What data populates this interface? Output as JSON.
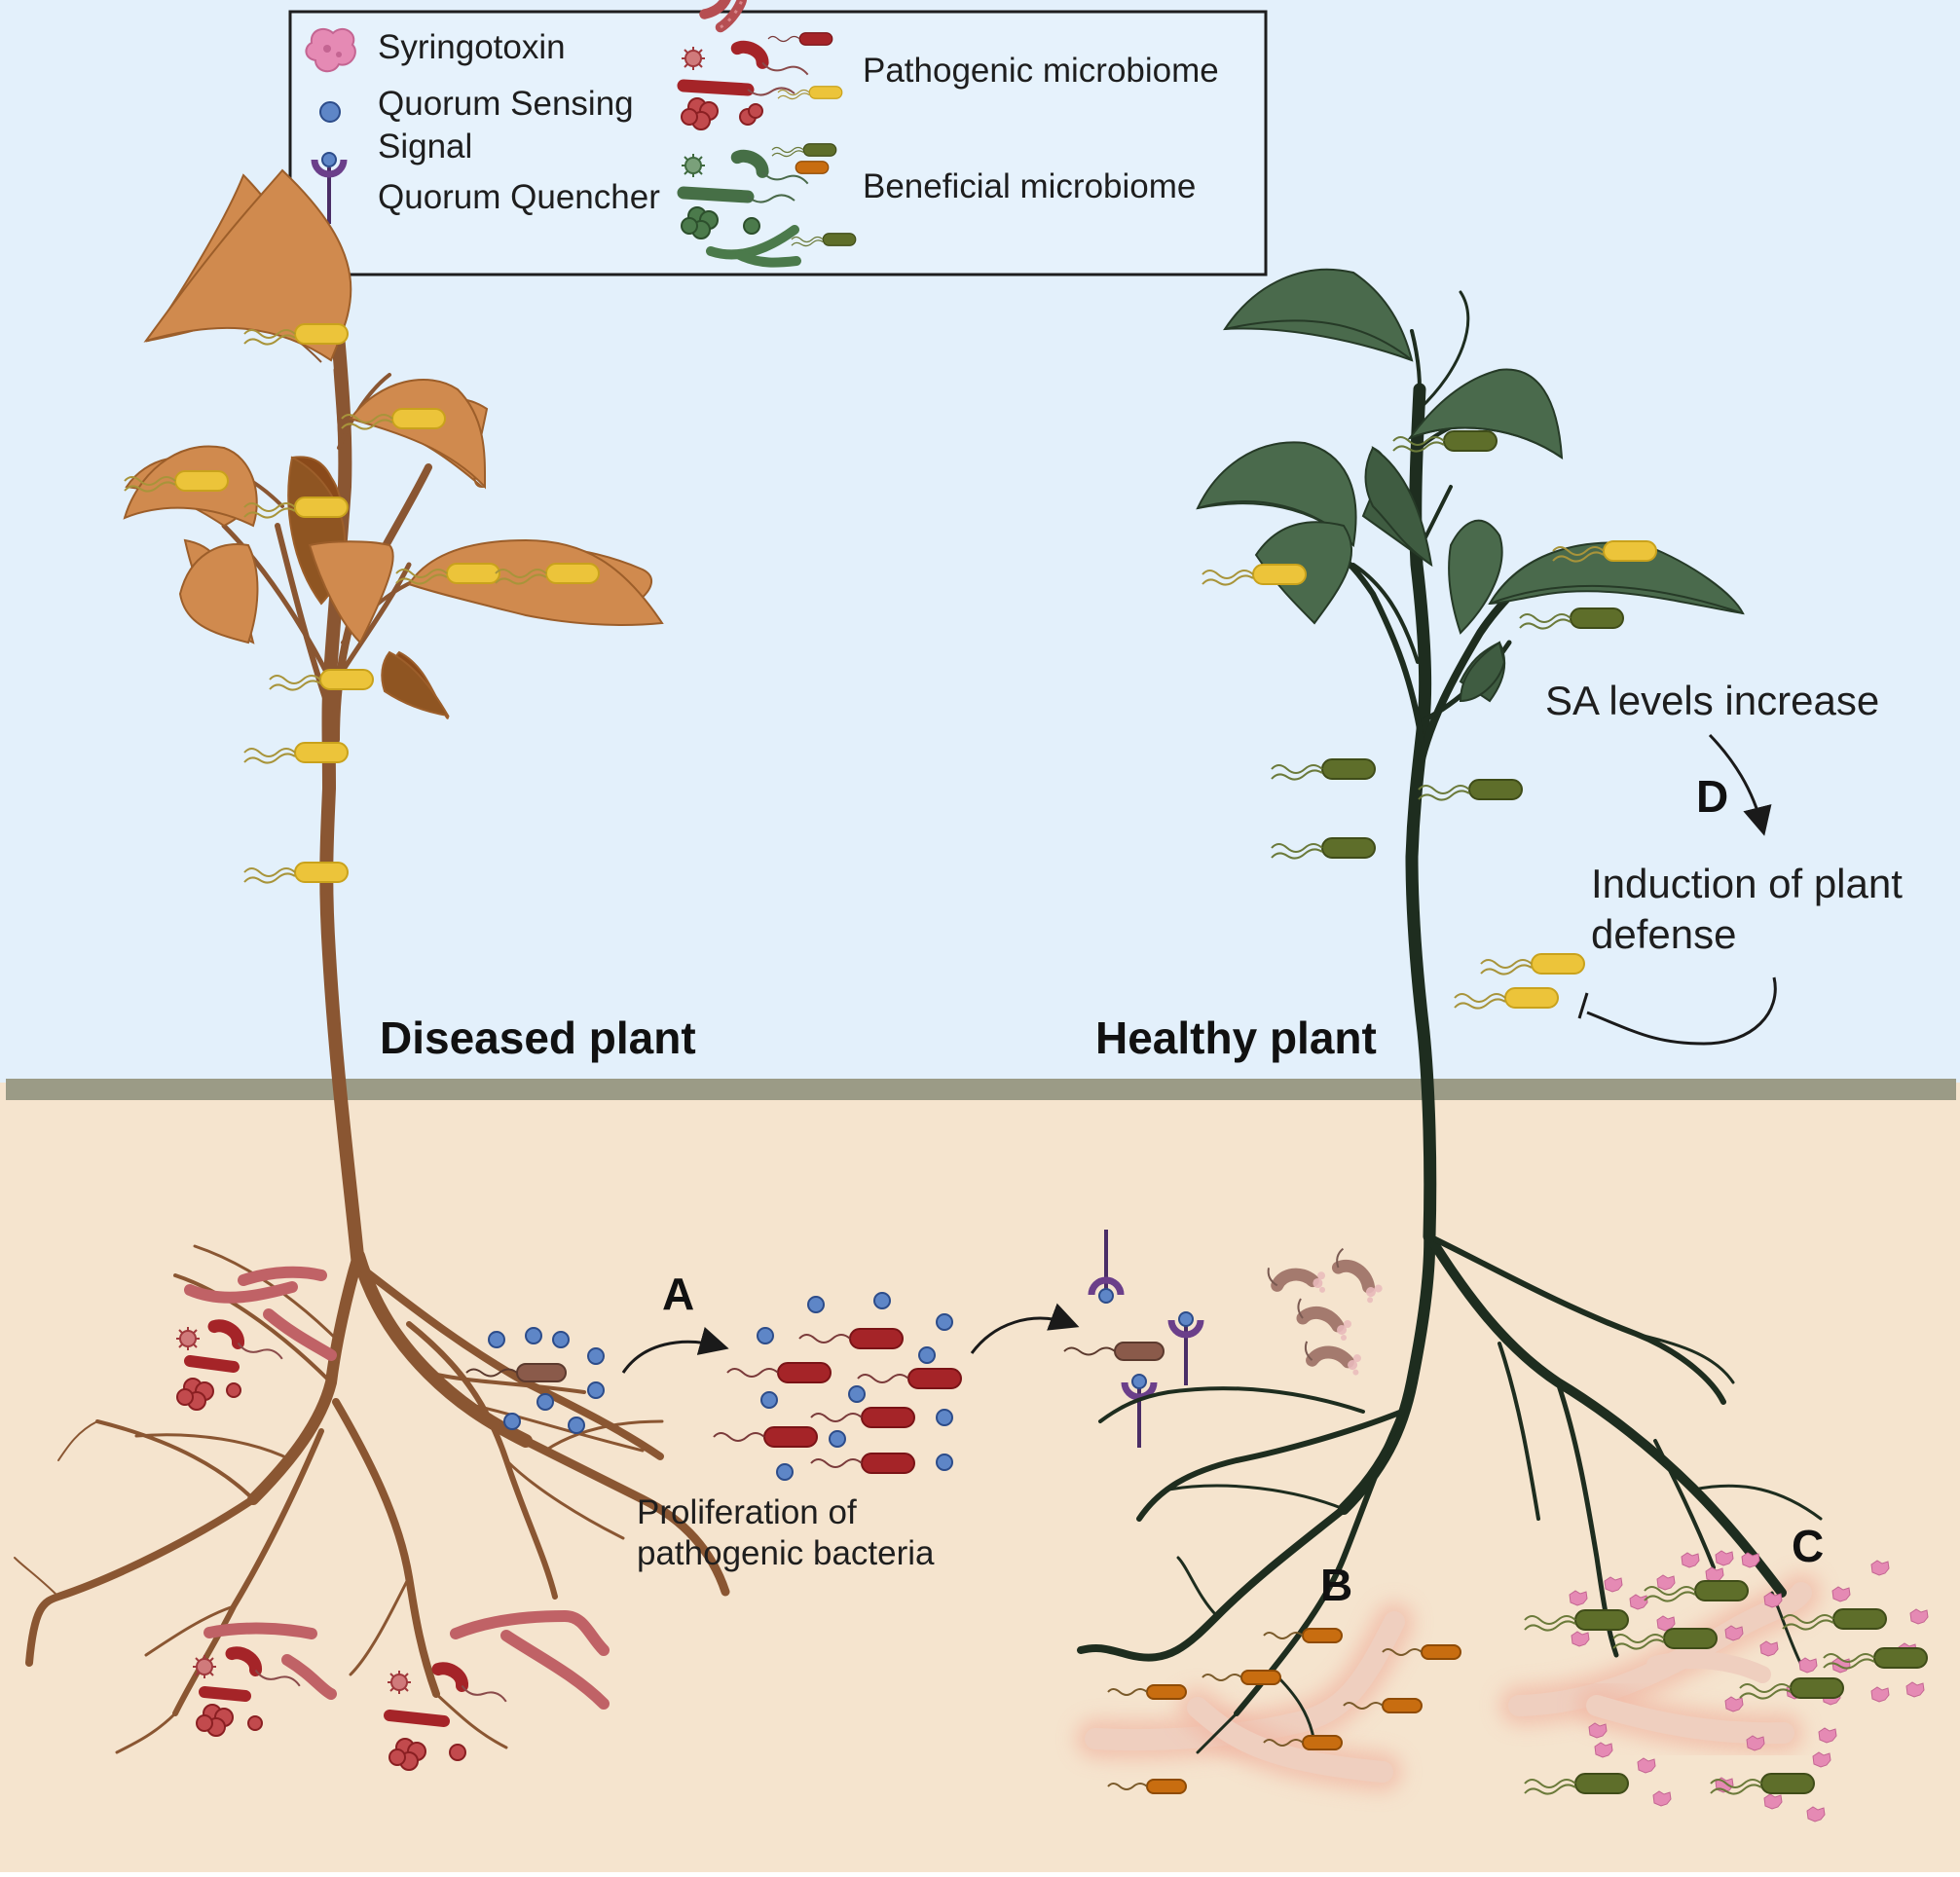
{
  "legend": {
    "syringotoxin": "Syringotoxin",
    "qs_line1": "Quorum Sensing",
    "qs_line2": "Signal",
    "quencher": "Quorum Quencher",
    "pathogenic": "Pathogenic microbiome",
    "beneficial": "Beneficial microbiome"
  },
  "plants": {
    "diseased": "Diseased plant",
    "healthy": "Healthy plant"
  },
  "annotations": {
    "a_letter": "A",
    "prolif_line1": "Proliferation of",
    "prolif_line2": "pathogenic bacteria",
    "b_letter": "B",
    "c_letter": "C",
    "d_letter": "D",
    "sa_increase": "SA levels increase",
    "induction_line1": "Induction of plant",
    "induction_line2": "defense"
  },
  "colors": {
    "sky": "#e3f0fb",
    "soil": "#f5e4ce",
    "ground_line": "#9b9b86",
    "diseased_stem": "#8a5632",
    "diseased_leaf": "#d08a4e",
    "healthy_stem": "#1e2d1f",
    "healthy_leaf": "#4a6a4c",
    "pathogen_red": "#a52428",
    "beneficial_green": "#5e6e2a",
    "yellow_bacterium": "#ecc43a",
    "qs_signal": "#5e86c7",
    "quencher": "#6b3f8a",
    "syringotoxin": "#e58ab4",
    "orange_bacterium": "#c86d10"
  }
}
